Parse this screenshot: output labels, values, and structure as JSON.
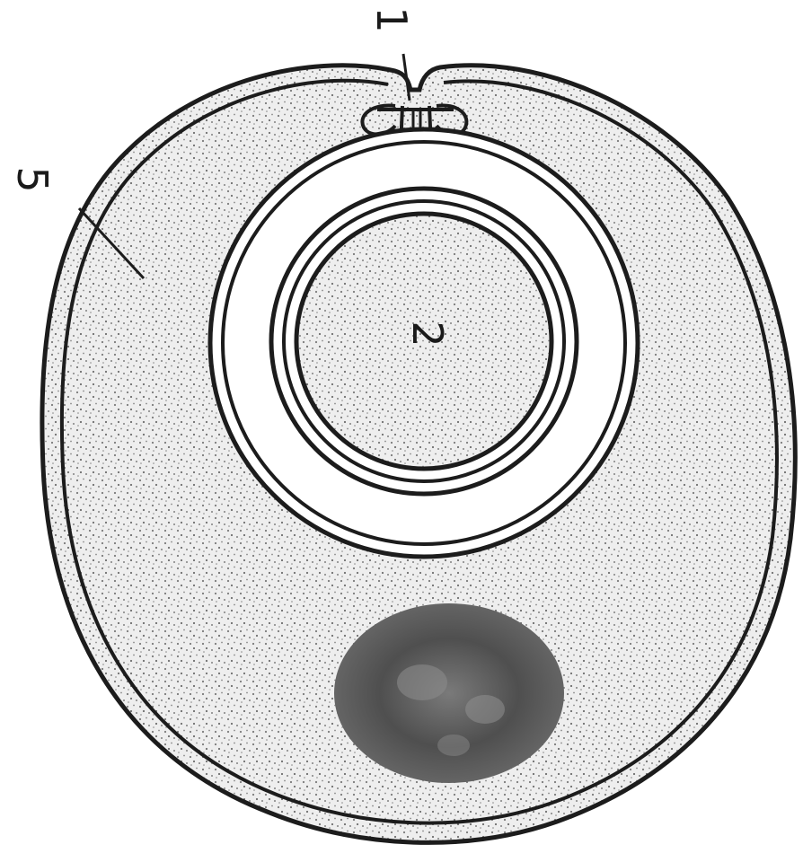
{
  "diagram": {
    "labels": [
      {
        "id": "label-1",
        "text": "1"
      },
      {
        "id": "label-2",
        "text": "2"
      },
      {
        "id": "label-5",
        "text": "5"
      }
    ],
    "colors": {
      "outline": "#1c1c1c",
      "stipple_fill": "#eeeeee",
      "stipple_dot": "#7a7a7a",
      "nucleus": "#555555",
      "background": "#ffffff"
    }
  }
}
